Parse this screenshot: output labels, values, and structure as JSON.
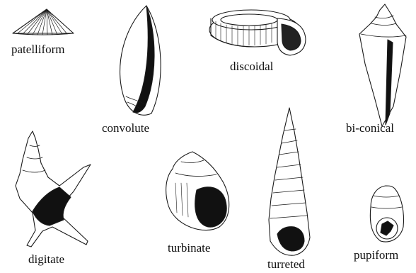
{
  "labels": {
    "patelliform": "patelliform",
    "convolute": "convolute",
    "discoidal": "discoidal",
    "bi_conical": "bi-conical",
    "digitate": "digitate",
    "turbinate": "turbinate",
    "turreted": "turreted",
    "pupiform": "pupiform"
  },
  "colors": {
    "line": "#1a1a1a",
    "fill_dark": "#111111",
    "background": "#ffffff"
  }
}
